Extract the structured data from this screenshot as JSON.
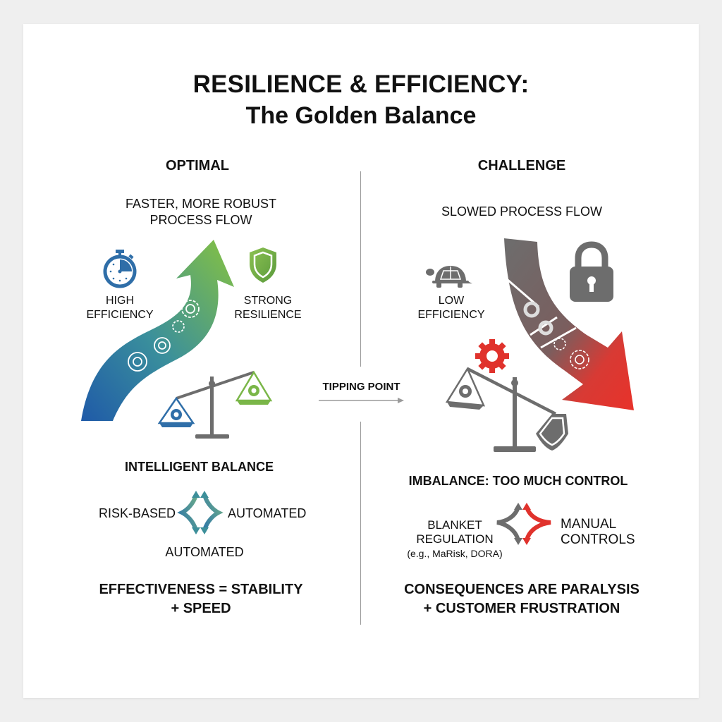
{
  "title": {
    "line1": "RESILIENCE & EFFICIENCY:",
    "line2": "The Golden Balance"
  },
  "left_panel": {
    "header": "OPTIMAL",
    "flow_caption_1": "FASTER, MORE ROBUST",
    "flow_caption_2": "PROCESS FLOW",
    "efficiency_label_1": "HIGH",
    "efficiency_label_2": "EFFICIENCY",
    "resilience_label_1": "STRONG",
    "resilience_label_2": "RESILIENCE",
    "balance_title": "INTELLIGENT BALANCE",
    "cycle_left": "RISK-BASED",
    "cycle_right": "AUTOMATED",
    "cycle_bottom": "AUTOMATED",
    "conclusion_1": "EFFECTIVENESS = STABILITY",
    "conclusion_2": "+ SPEED",
    "icons": [
      "stopwatch-icon",
      "shield-icon",
      "gear-icon",
      "balance-scale-icon",
      "upward-arrow-icon",
      "cycle-arrows-icon"
    ]
  },
  "center": {
    "tipping_label": "TIPPING POINT"
  },
  "right_panel": {
    "header": "CHALLENGE",
    "flow_caption": "SLOWED PROCESS FLOW",
    "efficiency_label_1": "LOW",
    "efficiency_label_2": "EFFICIENCY",
    "balance_title": "IMBALANCE: TOO MUCH CONTROL",
    "cycle_left_1": "BLANKET",
    "cycle_left_2": "REGULATION",
    "cycle_left_3": "(e.g., MaRisk, DORA)",
    "cycle_right_1": "MANUAL",
    "cycle_right_2": "CONTROLS",
    "conclusion_1": "CONSEQUENCES ARE PARALYSIS",
    "conclusion_2": "+ CUSTOMER FRUSTRATION",
    "icons": [
      "turtle-icon",
      "padlock-icon",
      "gear-icon",
      "balance-scale-icon",
      "shield-icon",
      "downward-arrow-icon",
      "cycle-arrows-icon"
    ]
  },
  "colors": {
    "blue": "#2f6ea8",
    "teal": "#3d8f9a",
    "green": "#7ab648",
    "gray": "#6d6d6d",
    "red": "#e0322c"
  }
}
